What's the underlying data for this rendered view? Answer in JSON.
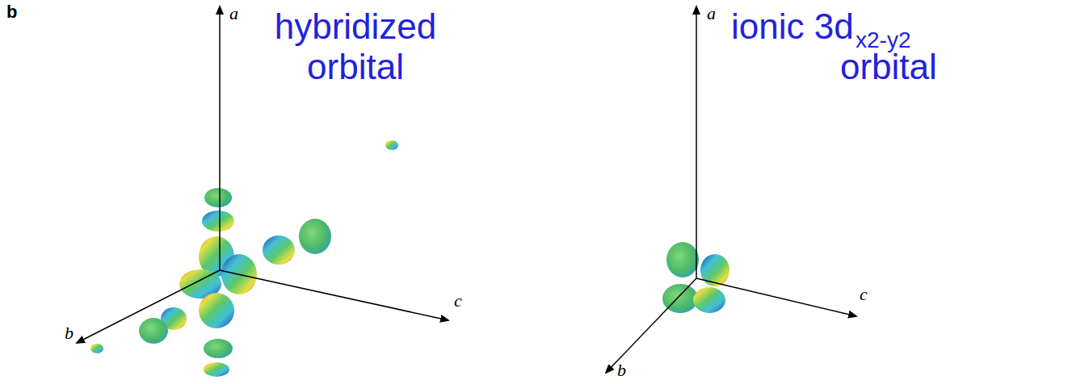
{
  "diagram": {
    "labels": [
      "b",
      "a",
      "hybridized orbital",
      "a",
      "ionic 3d",
      "x2-y2",
      "orbital",
      "b",
      "c",
      "b",
      "c"
    ]
  }
}
